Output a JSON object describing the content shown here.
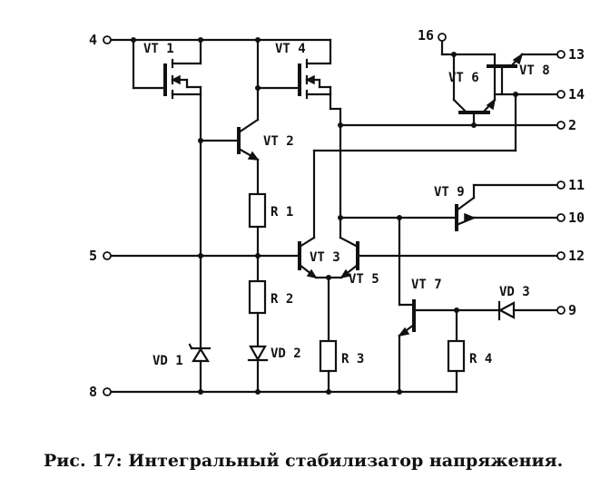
{
  "caption": "Рис. 17: Интегральный стабилизатор напряжения.",
  "pins": {
    "p4": "4",
    "p5": "5",
    "p8": "8",
    "p16": "16",
    "p13": "13",
    "p14": "14",
    "p2": "2",
    "p11": "11",
    "p10": "10",
    "p12": "12",
    "p9": "9"
  },
  "components": {
    "vt1": "VT 1",
    "vt4": "VT 4",
    "vt2": "VT 2",
    "vt3": "VT 3",
    "vt5": "VT 5",
    "vt6": "VT 6",
    "vt7": "VT 7",
    "vt8": "VT 8",
    "vt9": "VT 9",
    "r1": "R 1",
    "r2": "R 2",
    "r3": "R 3",
    "r4": "R 4",
    "vd1": "VD 1",
    "vd2": "VD 2",
    "vd3": "VD 3"
  }
}
